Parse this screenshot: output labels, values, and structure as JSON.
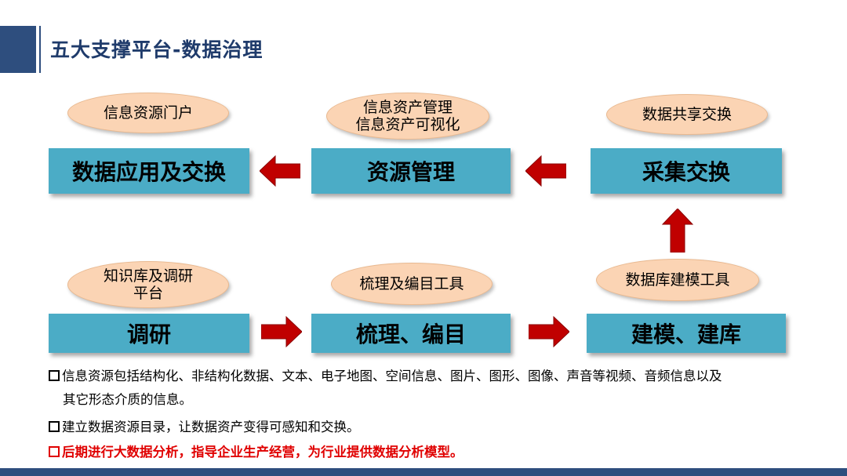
{
  "title": "五大支撑平台-数据治理",
  "boxes": {
    "app_exchange": "数据应用及交换",
    "asset_mgmt": "资源管理",
    "collect_exchange": "采集交换",
    "research": "调研",
    "sort_catalog": "梳理、编目",
    "model_build": "建模、建库"
  },
  "bubbles": {
    "portal": "信息资源门户",
    "asset_line1": "信息资产管理",
    "asset_line2": "信息资产可视化",
    "share": "数据共享交换",
    "knowledge_line1": "知识库及调研",
    "knowledge_line2": "平台",
    "catalog_tool": "梳理及编目工具",
    "model_tool": "数据库建模工具"
  },
  "bullets": {
    "b1_line1": "信息资源包括结构化、非结构化数据、文本、电子地图、空间信息、图片、图形、图像、声音等视频、音频信息以及",
    "b1_line2": "其它形态介质的信息。",
    "b2": "建立数据资源目录，让数据资产变得可感知和交换。",
    "b3": "后期进行大数据分析，指导企业生产经营，为行业提供数据分析模型。"
  },
  "colors": {
    "box": "#4bacc6",
    "bubble": "#fbd4b4",
    "arrow": "#c00000",
    "title": "#1f3b6b",
    "accent": "#2e4e7e",
    "highlight": "#e00000"
  }
}
